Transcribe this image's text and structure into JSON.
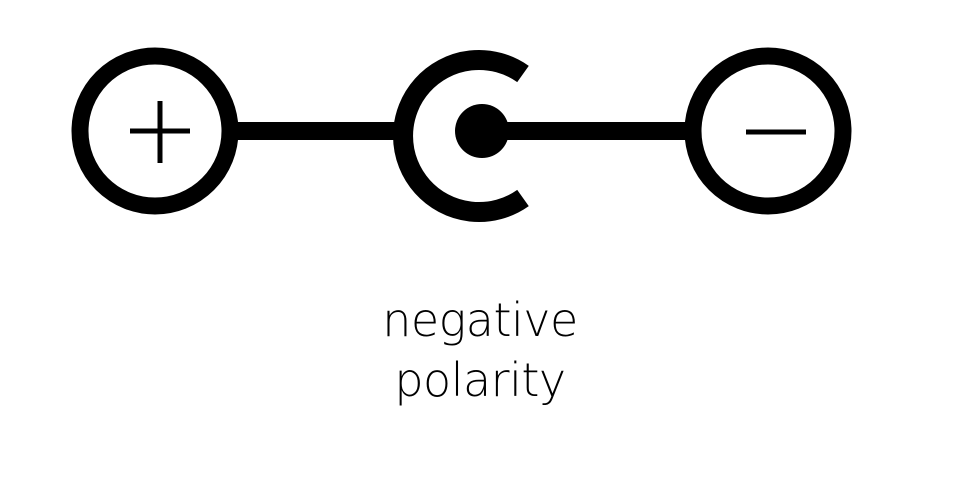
{
  "diagram": {
    "title": "",
    "symbols": [
      {
        "id": "positive-terminal",
        "label": "+"
      },
      {
        "id": "center-connector",
        "label": ""
      },
      {
        "id": "negative-terminal",
        "label": "−"
      }
    ],
    "caption_line1": "negative",
    "caption_line2": "polarity"
  },
  "colors": {
    "stroke": "#000000",
    "background": "#ffffff"
  }
}
